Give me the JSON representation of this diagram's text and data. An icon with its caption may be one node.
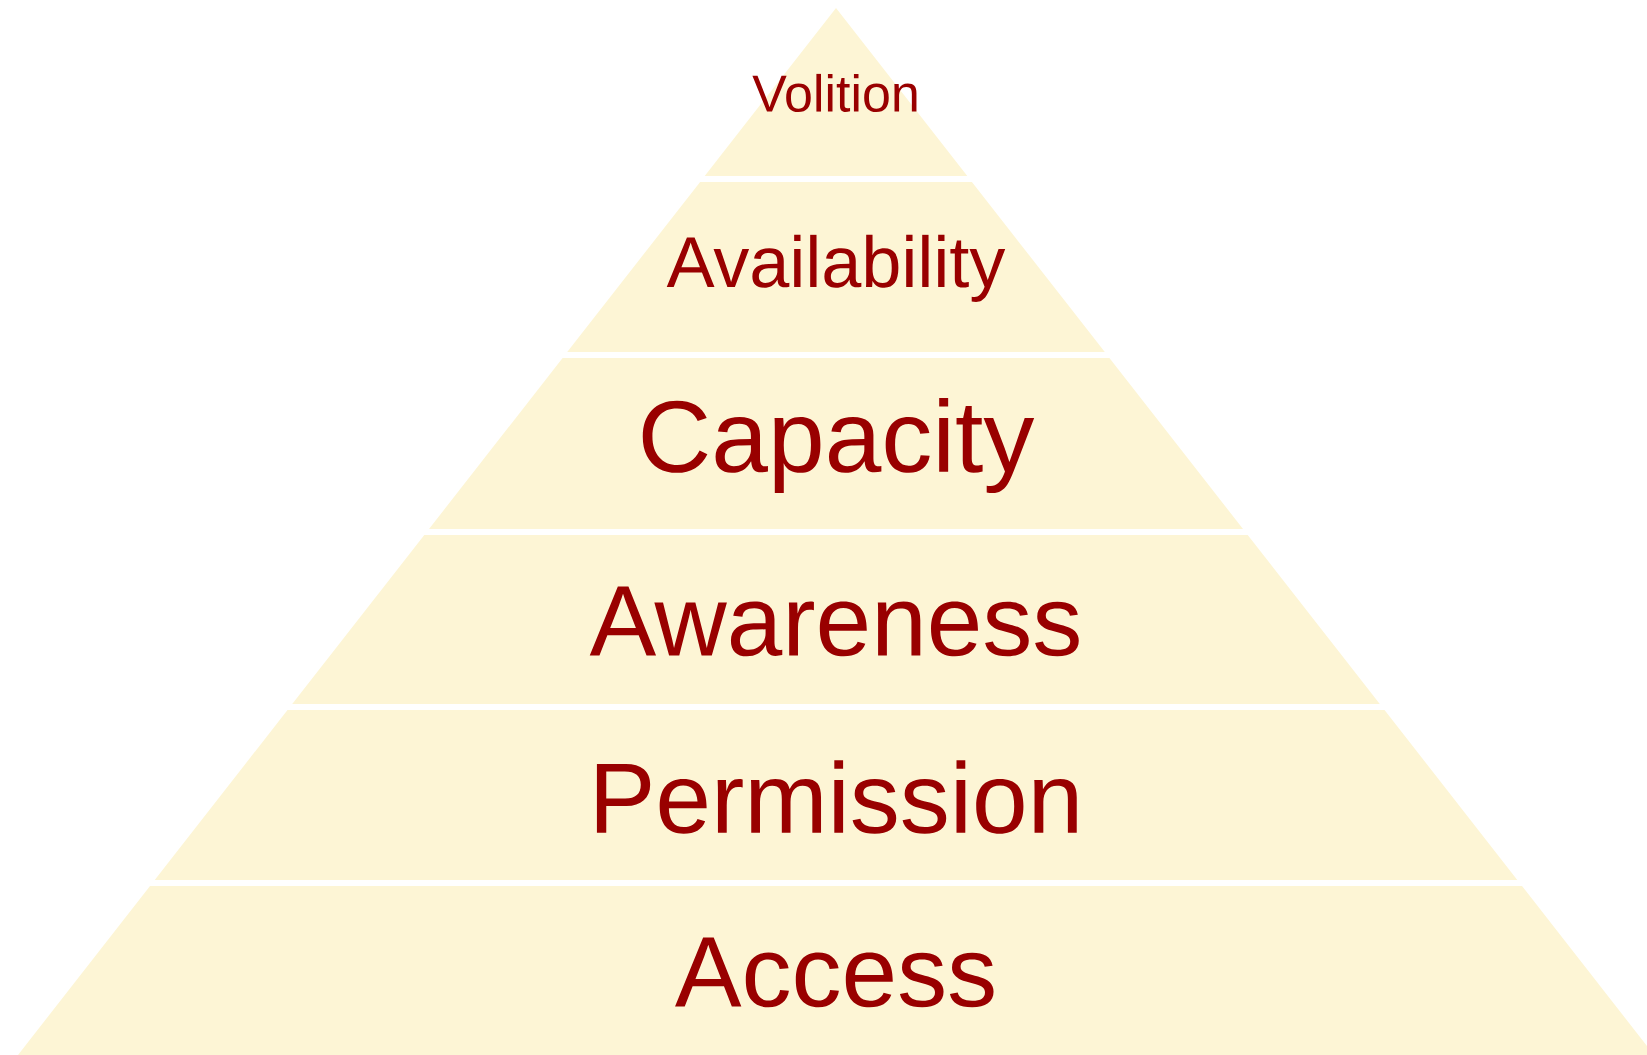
{
  "diagram": {
    "nodes": [
      {
        "text": [
          "Volition"
        ]
      },
      {
        "text": [
          "Availability"
        ]
      },
      {
        "text": [
          "Capacity"
        ]
      },
      {
        "text": [
          "Awareness"
        ]
      },
      {
        "text": [
          "Permission"
        ]
      },
      {
        "text": [
          "Access"
        ]
      }
    ]
  }
}
